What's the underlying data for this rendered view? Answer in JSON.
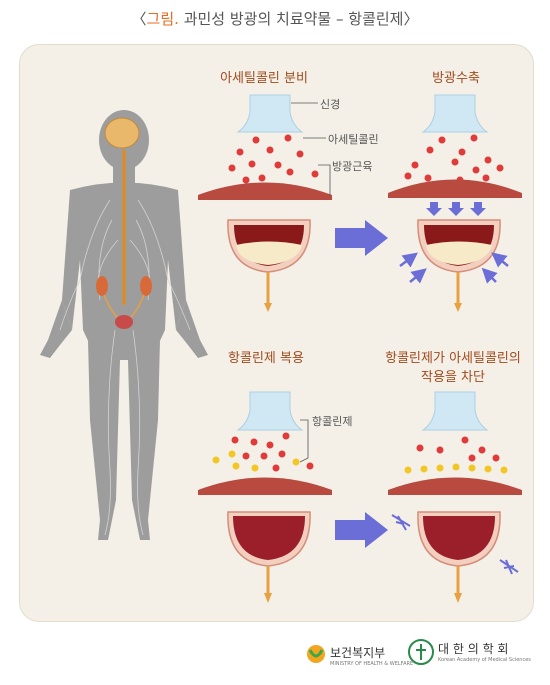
{
  "title": {
    "open": "〈",
    "accent": "그림.",
    "rest": " 과민성 방광의 치료약물 – 항콜린제〉"
  },
  "panels": {
    "ach_release": "아세틸콜린 분비",
    "contraction": "방광수축",
    "anticholinergic": "항콜린제 복용",
    "blocked_line1": "항콜린제가 아세틸콜린의",
    "blocked_line2": "작용을 차단"
  },
  "annotations": {
    "nerve": "신경",
    "acetylcholine": "아세틸콜린",
    "bladder_muscle": "방광근육",
    "anticholinergic": "항콜린제"
  },
  "logos": {
    "ministry": "보건복지부",
    "ministry_en": "MINISTRY OF HEALTH & WELFARE",
    "academy": "대 한 의 학 회",
    "academy_en": "Korean Academy of Medical Sciences"
  },
  "colors": {
    "acetylcholine": "#e03a3a",
    "anticholinergic": "#f2c623",
    "muscle": "#b84a40",
    "arrow": "#6c6ed8",
    "nerve": "#cfe8f4"
  }
}
